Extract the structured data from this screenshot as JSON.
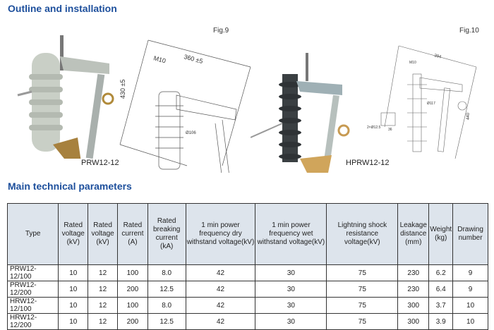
{
  "headings": {
    "outline": "Outline and installation",
    "params": "Main technical parameters"
  },
  "figures": [
    {
      "fig": "Fig.9",
      "model": "PRW12-12",
      "dims": {
        "width": "360 ±5",
        "height": "430 ±5",
        "thread": "M10",
        "dia": "Ø106"
      }
    },
    {
      "fig": "Fig.10",
      "model": "HPRW12-12",
      "dims": {
        "width": "394",
        "height": "440",
        "thread": "M10",
        "dia": "Ø117",
        "holes": "2×Ø12.5",
        "spacing": "36"
      }
    }
  ],
  "table": {
    "headers": [
      "Type",
      "Rated voltage (kV)",
      "Rated voltage (kV)",
      "Rated current (A)",
      "Rated breaking current (kA)",
      "1 min power frequency dry withstand voltage(kV)",
      "1 min power frequency wet withstand voltage(kV)",
      "Lightning shock resistance voltage(kV)",
      "Leakage distance (mm)",
      "Weight (kg)",
      "Drawing number"
    ],
    "rows": [
      [
        "PRW12-12/100",
        "10",
        "12",
        "100",
        "8.0",
        "42",
        "30",
        "75",
        "230",
        "6.2",
        "9"
      ],
      [
        "PRW12-12/200",
        "10",
        "12",
        "200",
        "12.5",
        "42",
        "30",
        "75",
        "230",
        "6.4",
        "9"
      ],
      [
        "HRW12-12/100",
        "10",
        "12",
        "100",
        "8.0",
        "42",
        "30",
        "75",
        "300",
        "3.7",
        "10"
      ],
      [
        "HRW12-12/200",
        "10",
        "12",
        "200",
        "12.5",
        "42",
        "30",
        "75",
        "300",
        "3.9",
        "10"
      ]
    ]
  }
}
